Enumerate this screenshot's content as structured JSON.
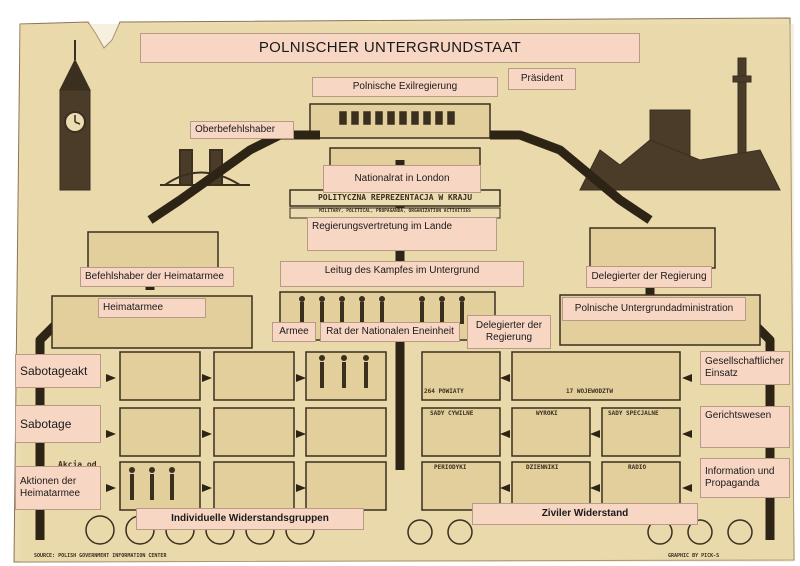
{
  "title": "POLNISCHER UNTERGRUNDSTAAT",
  "labels": {
    "exile_gov": "Polnische Exilregierung",
    "president": "Präsident",
    "commander_in_chief": "Oberbefehlshaber",
    "national_council": "Nationalrat in London",
    "gov_delegation": "Regierungsvertretung im Lande",
    "home_army_commander": "Befehlshaber  der Heimatarmee",
    "leadership": "Leitug des Kampfes im Untergrund",
    "gov_delegate": "Delegierter der Regierung",
    "home_army": "Heimatarmee",
    "underground_admin": "Polnische Untergrundadministration",
    "army": "Armee",
    "national_unity_council": "Rat der Nationalen Eneinheit",
    "gov_delegate_2": "Delegierter der Regierung",
    "sabotage_act": "Sabotageakt",
    "sabotage": "Sabotage",
    "home_army_actions": "Aktionen der Heimatarmee",
    "social_action": "Gesellschaftlicher Einsatz",
    "judiciary": "Gerichtswesen",
    "info_propaganda": "Information und Propaganda",
    "individual_groups": "Individuelle Widerstandsgruppen",
    "civil_resistance": "Ziviler Widerstand"
  },
  "original_texts": {
    "banner": "POLITYCZNA  REPREZENTACJA  W  KRAJU",
    "banner_sub": "MILITARY, POLITICAL, PROPAGANDA, ORGANIZATION ACTIVITIES",
    "powiaty": "264 POWIATY",
    "wojewodztw": "17 WOJEWODZTW",
    "sady_cywilne": "SADY CYWILNE",
    "wyroki": "WYROKI",
    "sady_specjalne": "SADY SPECJALNE",
    "periodyki": "PERIODYKI",
    "dzienniki": "DZIENNIKI",
    "radio": "RADIO",
    "akcja": "Akcja od",
    "source": "SOURCE: POLISH GOVERNMENT INFORMATION CENTER",
    "graphic": "GRAPHIC BY PICK-S"
  },
  "colors": {
    "paper": "#ecdcb1",
    "ink": "#3b2f20",
    "label_fill": "#f8d6c4",
    "label_border": "#b89a86"
  }
}
